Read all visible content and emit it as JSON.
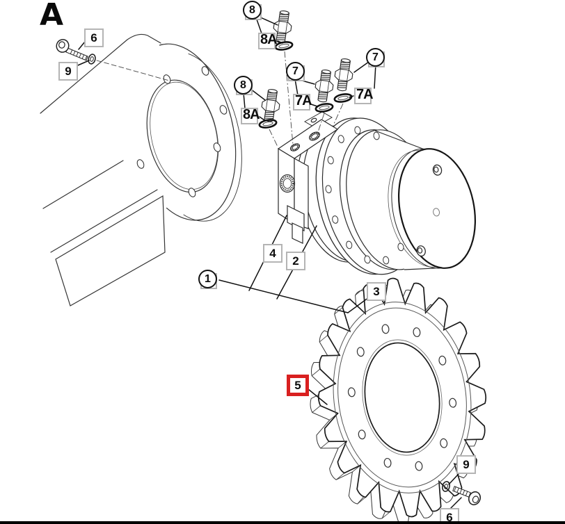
{
  "figure": {
    "view_label": "A"
  },
  "colors": {
    "highlight_red": "#d92020",
    "callout_box_gray": "#b4b4b4",
    "line_ink": "#1a1a1a",
    "background": "#ffffff"
  },
  "items": {
    "screw_top": {
      "label": "6"
    },
    "washer_top": {
      "label": "9"
    },
    "adapter_top": {
      "label": "8"
    },
    "adapter_top_oring": {
      "label": "8A"
    },
    "adapter_left": {
      "label": "8"
    },
    "adapter_left_oring": {
      "label": "8A"
    },
    "adapter_mid": {
      "label": "7"
    },
    "adapter_mid_oring": {
      "label": "7A"
    },
    "adapter_right": {
      "label": "7"
    },
    "adapter_right_oring": {
      "label": "7A"
    },
    "assembly": {
      "label": "1"
    },
    "motor": {
      "label": "2"
    },
    "coupling": {
      "label": "3"
    },
    "valve_block": {
      "label": "4"
    },
    "sprocket": {
      "label": "5",
      "highlighted": true
    },
    "washer_bottom": {
      "label": "9"
    },
    "screw_bottom": {
      "label": "6"
    }
  }
}
